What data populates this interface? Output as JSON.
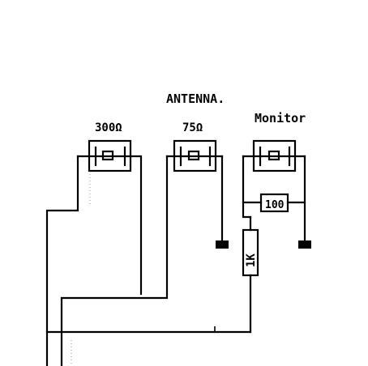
{
  "diagram": {
    "group_label": "ANTENNA.",
    "connectors": [
      {
        "id": "j300",
        "label": "300Ω"
      },
      {
        "id": "j75",
        "label": "75Ω"
      },
      {
        "id": "jmon",
        "label": "Monitor"
      }
    ],
    "resistors": [
      {
        "id": "r100",
        "label": "100"
      },
      {
        "id": "r1k",
        "label": "1K"
      }
    ],
    "colors": {
      "ink": "#000000",
      "paper": "#ffffff"
    }
  }
}
